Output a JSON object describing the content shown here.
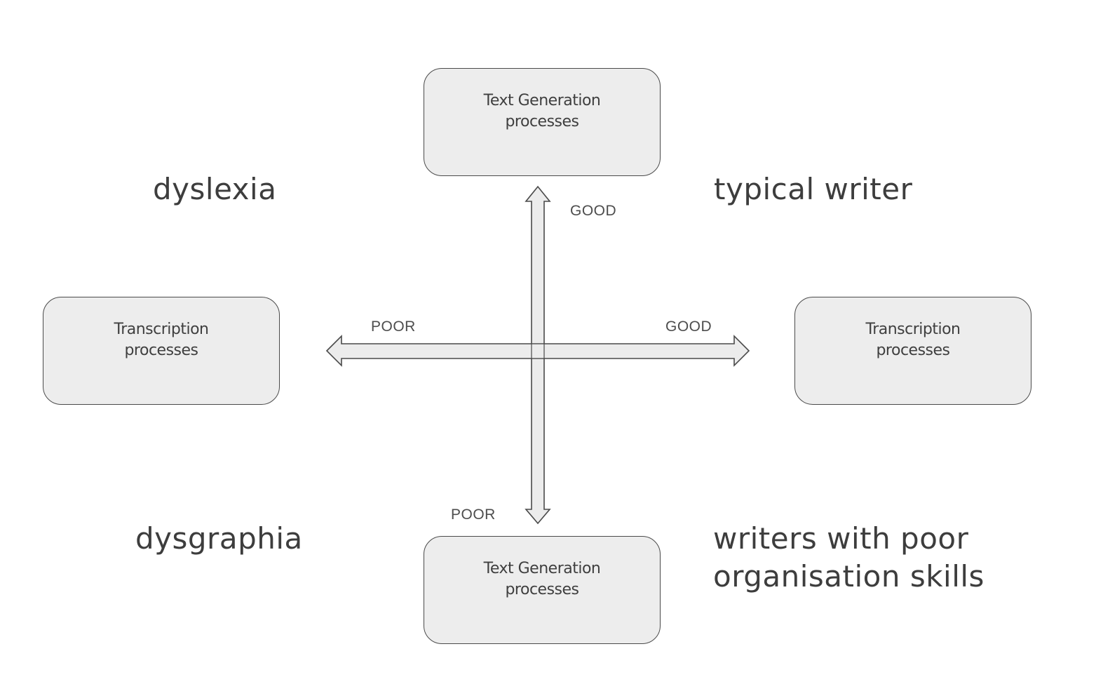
{
  "boxes": {
    "top": [
      "Text Generation",
      "processes"
    ],
    "bottom": [
      "Text Generation",
      "processes"
    ],
    "left": [
      "Transcription",
      "processes"
    ],
    "right": [
      "Transcription",
      "processes"
    ]
  },
  "quadrants": {
    "top_left": "dyslexia",
    "top_right": "typical writer",
    "bottom_left": "dysgraphia",
    "bottom_right": [
      "writers with poor",
      "organisation skills"
    ]
  },
  "axis_labels": {
    "vertical_top": "GOOD",
    "vertical_bottom": "POOR",
    "horizontal_left": "POOR",
    "horizontal_right": "GOOD"
  },
  "colors": {
    "box_fill": "#ededed",
    "stroke": "#4a4a4a",
    "text": "#3d3d3d"
  }
}
